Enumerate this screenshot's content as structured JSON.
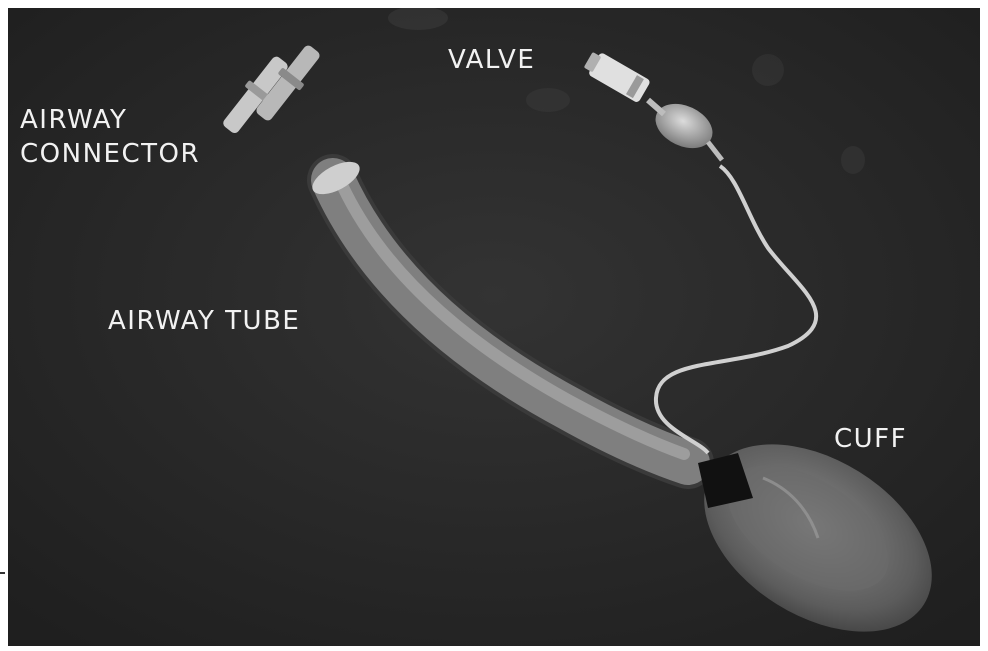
{
  "labels": {
    "airway_connector_line1": "AIRWAY",
    "airway_connector_line2": "CONNECTOR",
    "valve": "VALVE",
    "airway_tube": "AIRWAY TUBE",
    "cuff": "CUFF"
  },
  "colors": {
    "background": "#2a2a2a",
    "label_text": "#f2f2f2",
    "device_light": "#bdbdbd",
    "device_mid": "#7a7a7a",
    "device_dark": "#111111"
  }
}
